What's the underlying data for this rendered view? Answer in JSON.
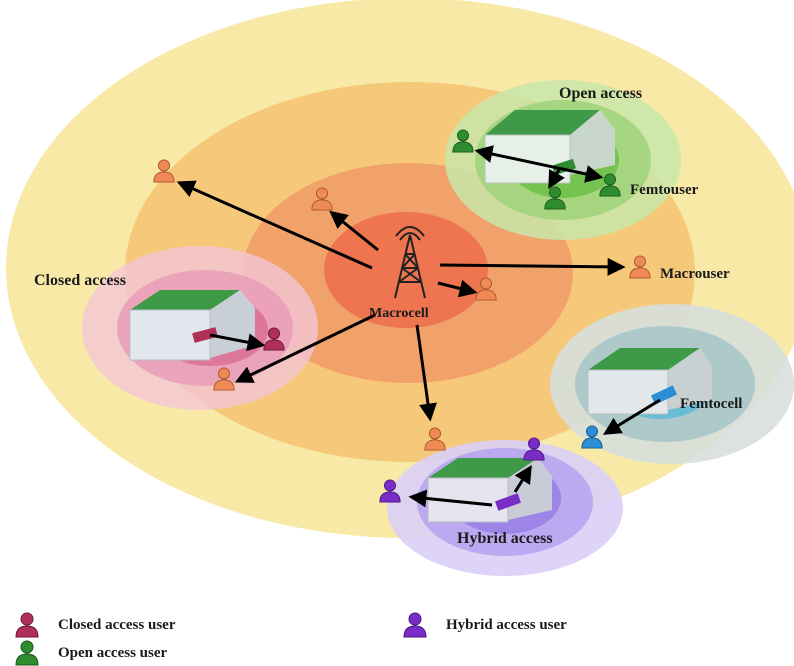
{
  "labels": {
    "open_access": "Open access",
    "closed_access": "Closed access",
    "hybrid_access": "Hybrid access",
    "femtouser": "Femtouser",
    "macrouser": "Macrouser",
    "macrocell": "Macrocell",
    "femtocell": "Femtocell"
  },
  "legend": [
    {
      "label": "Closed access user",
      "color": "#b0305a"
    },
    {
      "label": "Open access user",
      "color": "#2e8b2e"
    },
    {
      "label": "Hybrid access user",
      "color": "#7a2cc7"
    }
  ],
  "colors": {
    "macro_outer": "#f8e9a6",
    "macro_mid": "#f6c879",
    "macro_inner": "#f1a26a",
    "macro_core": "#ee7550",
    "open_zone": "#a8d67c",
    "closed_zone": "#e89ab6",
    "hybrid_zone": "#b8a6f0",
    "femto_zone": "#a9c6c9",
    "macro_user": "#ef8a57",
    "femto_user": "#2a8fd6"
  }
}
